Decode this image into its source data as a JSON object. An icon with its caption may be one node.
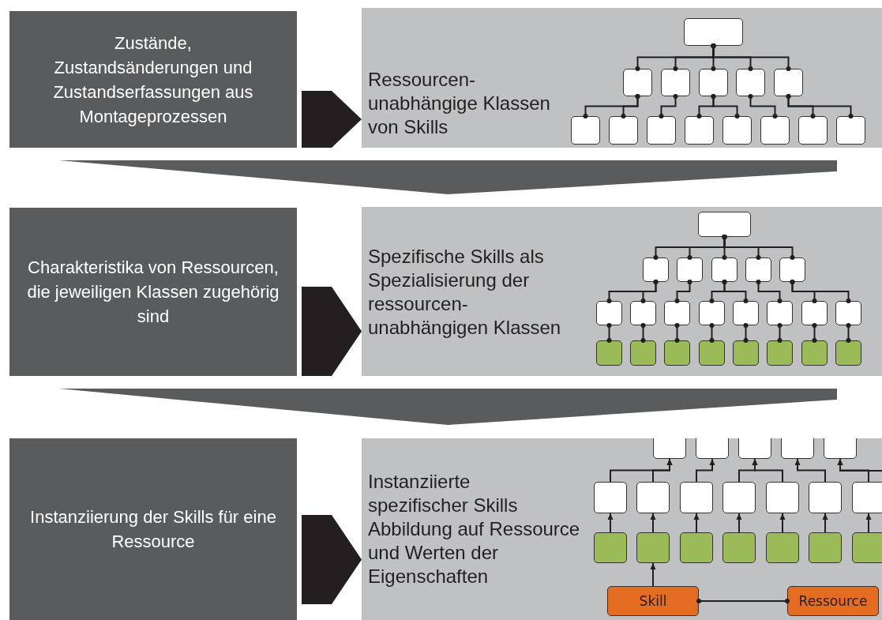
{
  "diagram": {
    "nodes": [
      {
        "text": [
          "Zustände, Zustandsänderungen und Zustandserfassungen aus Montageprozessen"
        ]
      },
      {
        "text": [
          "Ressourcen- unabhängige Klassen von Skills"
        ]
      },
      {
        "text": [],
        "shape": "box",
        "in": 1
      },
      {
        "text": [],
        "shape": "box",
        "in": 1
      },
      {
        "text": [],
        "shape": "box",
        "in": 1
      },
      {
        "text": [],
        "shape": "box",
        "in": 1
      },
      {
        "text": [],
        "shape": "box",
        "in": 1
      },
      {
        "text": [],
        "shape": "box",
        "in": 1
      },
      {
        "text": [],
        "shape": "box",
        "in": 1
      },
      {
        "text": [],
        "shape": "box",
        "in": 1
      },
      {
        "text": [],
        "shape": "box",
        "in": 1
      },
      {
        "text": [],
        "shape": "box",
        "in": 1
      },
      {
        "text": [],
        "shape": "box",
        "in": 1
      },
      {
        "text": [],
        "shape": "box",
        "in": 1
      },
      {
        "text": [],
        "shape": "box",
        "in": 1
      },
      {
        "text": [],
        "shape": "box",
        "in": 1
      },
      {
        "text": [
          "Charakteristika von Ressourcen, die jeweiligen Klassen zugehörig sind"
        ]
      },
      {
        "text": [
          "Spezifische Skills als Spezialisierung der ressourcen- unabhängigen Klassen"
        ]
      },
      {
        "text": [],
        "shape": "box",
        "in": 17
      },
      {
        "text": [],
        "shape": "box",
        "in": 17
      },
      {
        "text": [],
        "shape": "box",
        "in": 17
      },
      {
        "text": [],
        "shape": "box",
        "in": 17
      },
      {
        "text": [],
        "shape": "box",
        "in": 17
      },
      {
        "text": [],
        "shape": "box",
        "in": 17
      },
      {
        "text": [],
        "shape": "box",
        "in": 17
      },
      {
        "text": [],
        "shape": "box",
        "in": 17
      },
      {
        "text": [],
        "shape": "box",
        "in": 17
      },
      {
        "text": [],
        "shape": "box",
        "in": 17
      },
      {
        "text": [],
        "shape": "box",
        "in": 17
      },
      {
        "text": [],
        "shape": "box",
        "in": 17
      },
      {
        "text": [],
        "shape": "box",
        "in": 17
      },
      {
        "text": [],
        "shape": "box",
        "in": 17
      },
      {
        "text": [],
        "shape": "box",
        "in": 17
      },
      {
        "text": [],
        "shape": "box",
        "in": 17
      },
      {
        "text": [],
        "shape": "box",
        "in": 17
      },
      {
        "text": [],
        "shape": "box",
        "in": 17
      },
      {
        "text": [],
        "shape": "box",
        "in": 17
      },
      {
        "text": [],
        "shape": "box",
        "in": 17
      },
      {
        "text": [],
        "shape": "box",
        "in": 17
      },
      {
        "text": [],
        "shape": "box",
        "in": 17
      },
      {
        "text": [
          "Instanziierung der Skills für eine Ressource"
        ]
      },
      {
        "text": [
          "Instanziierte spezifischer Skills",
          "Abbildung auf Ressource und Werten der Eigenschaften"
        ]
      },
      {
        "text": [],
        "shape": "box",
        "in": 41
      },
      {
        "text": [],
        "shape": "box",
        "in": 41
      },
      {
        "text": [],
        "shape": "box",
        "in": 41
      },
      {
        "text": [],
        "shape": "box",
        "in": 41
      },
      {
        "text": [],
        "shape": "box",
        "in": 41
      },
      {
        "text": [],
        "shape": "box",
        "in": 41
      },
      {
        "text": [],
        "shape": "box",
        "in": 41
      },
      {
        "text": [],
        "shape": "box",
        "in": 41
      },
      {
        "text": [],
        "shape": "box",
        "in": 41
      },
      {
        "text": [],
        "shape": "box",
        "in": 41
      },
      {
        "text": [],
        "shape": "box",
        "in": 41
      },
      {
        "text": [],
        "shape": "box",
        "in": 41
      },
      {
        "text": [],
        "shape": "box",
        "in": 41
      },
      {
        "text": [],
        "shape": "box",
        "in": 41
      },
      {
        "text": [],
        "shape": "box",
        "in": 41
      },
      {
        "text": [],
        "shape": "box",
        "in": 41
      },
      {
        "text": [],
        "shape": "box",
        "in": 41
      },
      {
        "text": [],
        "shape": "box",
        "in": 41
      },
      {
        "text": [],
        "shape": "box",
        "in": 41
      },
      {
        "text": [
          "Skill"
        ],
        "in": 41
      },
      {
        "text": [
          "Ressource"
        ],
        "in": 41
      }
    ],
    "edges": [
      {
        "from": 0,
        "to": 1,
        "arrow": "to",
        "style": "thick"
      },
      {
        "from": 2,
        "to": 3,
        "arrow": "other"
      },
      {
        "from": 2,
        "to": 4,
        "arrow": "other"
      },
      {
        "from": 2,
        "to": 5,
        "arrow": "other"
      },
      {
        "from": 2,
        "to": 6,
        "arrow": "other"
      },
      {
        "from": 2,
        "to": 7,
        "arrow": "other"
      },
      {
        "from": 3,
        "to": 8,
        "arrow": "other"
      },
      {
        "from": 3,
        "to": 9,
        "arrow": "other"
      },
      {
        "from": 4,
        "to": 10,
        "arrow": "other"
      },
      {
        "from": 5,
        "to": 11,
        "arrow": "other"
      },
      {
        "from": 5,
        "to": 12,
        "arrow": "other"
      },
      {
        "from": 6,
        "to": 13,
        "arrow": "other"
      },
      {
        "from": 7,
        "to": 14,
        "arrow": "other"
      },
      {
        "from": 7,
        "to": 15,
        "arrow": "other"
      },
      {
        "from": 0,
        "to": 16,
        "arrow": "to",
        "style": "thick",
        "color": "#5a5b5d"
      },
      {
        "from": 16,
        "to": 17,
        "arrow": "to",
        "style": "thick"
      },
      {
        "from": 18,
        "to": 19,
        "arrow": "other"
      },
      {
        "from": 18,
        "to": 20,
        "arrow": "other"
      },
      {
        "from": 18,
        "to": 21,
        "arrow": "other"
      },
      {
        "from": 18,
        "to": 22,
        "arrow": "other"
      },
      {
        "from": 18,
        "to": 23,
        "arrow": "other"
      },
      {
        "from": 19,
        "to": 24,
        "arrow": "other"
      },
      {
        "from": 19,
        "to": 25,
        "arrow": "other"
      },
      {
        "from": 20,
        "to": 26,
        "arrow": "other"
      },
      {
        "from": 21,
        "to": 27,
        "arrow": "other"
      },
      {
        "from": 21,
        "to": 28,
        "arrow": "other"
      },
      {
        "from": 22,
        "to": 29,
        "arrow": "other"
      },
      {
        "from": 23,
        "to": 30,
        "arrow": "other"
      },
      {
        "from": 23,
        "to": 31,
        "arrow": "other"
      },
      {
        "from": 24,
        "to": 32,
        "arrow": "other"
      },
      {
        "from": 25,
        "to": 33,
        "arrow": "other"
      },
      {
        "from": 26,
        "to": 34,
        "arrow": "other"
      },
      {
        "from": 27,
        "to": 35,
        "arrow": "other"
      },
      {
        "from": 28,
        "to": 36,
        "arrow": "other"
      },
      {
        "from": 29,
        "to": 37,
        "arrow": "other"
      },
      {
        "from": 30,
        "to": 38,
        "arrow": "other"
      },
      {
        "from": 31,
        "to": 39,
        "arrow": "other"
      },
      {
        "from": 16,
        "to": 40,
        "arrow": "to",
        "style": "thick",
        "color": "#5a5b5d"
      },
      {
        "from": 40,
        "to": 41,
        "arrow": "to",
        "style": "thick"
      },
      {
        "from": 47,
        "to": 42,
        "arrow": "to"
      },
      {
        "from": 48,
        "to": 42,
        "arrow": "to"
      },
      {
        "from": 49,
        "to": 43,
        "arrow": "to"
      },
      {
        "from": 50,
        "to": 44,
        "arrow": "to"
      },
      {
        "from": 51,
        "to": 44,
        "arrow": "to"
      },
      {
        "from": 52,
        "to": 45,
        "arrow": "to"
      },
      {
        "from": 53,
        "to": 46,
        "arrow": "to"
      },
      {
        "from": null,
        "to": 46,
        "arrow": "to"
      },
      {
        "from": 54,
        "to": 47,
        "arrow": "to"
      },
      {
        "from": 55,
        "to": 48,
        "arrow": "to"
      },
      {
        "from": 56,
        "to": 49,
        "arrow": "to"
      },
      {
        "from": 57,
        "to": 50,
        "arrow": "to"
      },
      {
        "from": 58,
        "to": 51,
        "arrow": "to"
      },
      {
        "from": 59,
        "to": 52,
        "arrow": "to"
      },
      {
        "from": 60,
        "to": 53,
        "arrow": "to"
      },
      {
        "from": 61,
        "to": 55,
        "arrow": "to"
      },
      {
        "from": 61,
        "to": 62,
        "arrow": "other"
      }
    ]
  }
}
